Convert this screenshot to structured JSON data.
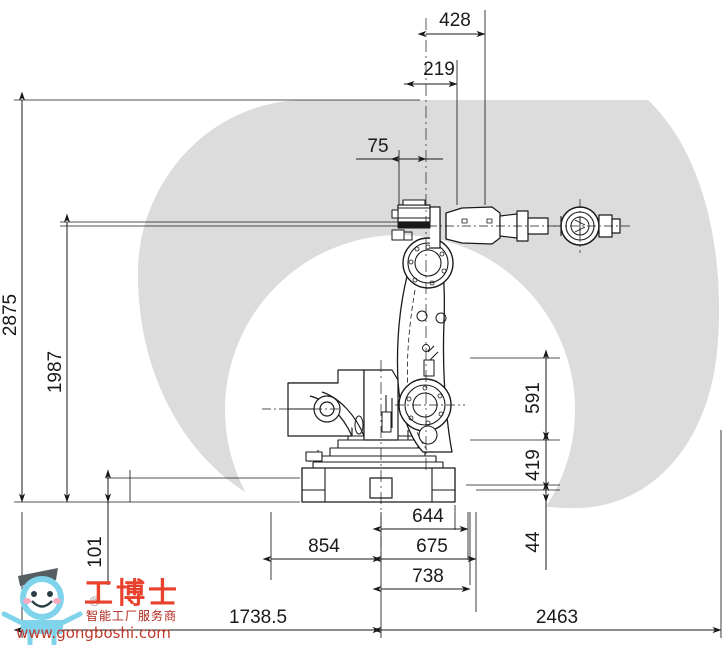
{
  "drawing": {
    "title": "Industrial robot side-view dimensional drawing with working envelope",
    "type": "engineering-dimension-drawing",
    "units": "mm",
    "background_color": "#ffffff",
    "line_color": "#1a1a1a",
    "envelope_color": "#dcdcdc"
  },
  "dimensions": {
    "top": [
      {
        "name": "428",
        "value": "428",
        "orientation": "horizontal"
      },
      {
        "name": "219",
        "value": "219",
        "orientation": "horizontal"
      },
      {
        "name": "75",
        "value": "75",
        "orientation": "horizontal"
      }
    ],
    "left": [
      {
        "name": "2875",
        "value": "2875",
        "orientation": "vertical"
      },
      {
        "name": "1987",
        "value": "1987",
        "orientation": "vertical"
      },
      {
        "name": "101",
        "value": "101",
        "orientation": "vertical"
      }
    ],
    "right": [
      {
        "name": "591",
        "value": "591",
        "orientation": "vertical"
      },
      {
        "name": "419",
        "value": "419",
        "orientation": "vertical"
      },
      {
        "name": "44",
        "value": "44",
        "orientation": "vertical"
      }
    ],
    "bottom": [
      {
        "name": "644",
        "value": "644",
        "orientation": "horizontal"
      },
      {
        "name": "854",
        "value": "854",
        "orientation": "horizontal"
      },
      {
        "name": "675",
        "value": "675",
        "orientation": "horizontal"
      },
      {
        "name": "738",
        "value": "738",
        "orientation": "horizontal"
      },
      {
        "name": "1738.5",
        "value": "1738.5",
        "orientation": "horizontal"
      },
      {
        "name": "2463",
        "value": "2463",
        "orientation": "horizontal"
      }
    ]
  },
  "watermark": {
    "brand_cn": "工博士",
    "tagline_cn": "智能工厂服务商",
    "url": "www.gongboshi.com",
    "registered_mark": "®",
    "brand_color": "#e8412c",
    "tagline_color": "#b02418",
    "url_color": "#c0392b",
    "mascot_color": "#7fd4ec"
  }
}
